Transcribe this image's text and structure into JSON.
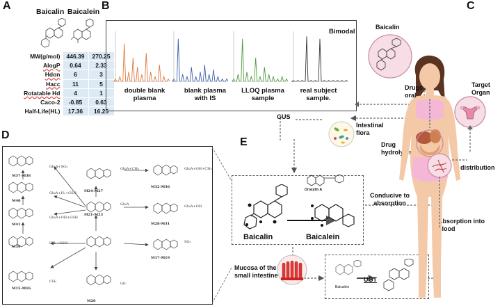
{
  "panels": {
    "a": "A",
    "b": "B",
    "c": "C",
    "d": "D",
    "e": "E"
  },
  "panel_a": {
    "col1": "Baicalin",
    "col2": "Baicalein",
    "rows": [
      {
        "label": "MW(g/mol)",
        "v1": "446.39",
        "v2": "270.25"
      },
      {
        "label": "AlogP",
        "v1": "0.64",
        "v2": "2.33"
      },
      {
        "label": "Hdon",
        "v1": "6",
        "v2": "3"
      },
      {
        "label": "Hacc",
        "v1": "11",
        "v2": "5"
      },
      {
        "label": "Rotatable Hd",
        "v1": "4",
        "v2": "1"
      },
      {
        "label": "Caco-2",
        "v1": "-0.85",
        "v2": "0.63"
      },
      {
        "label": "Half-Life(HL)",
        "v1": "17.36",
        "v2": "16.25"
      }
    ]
  },
  "panel_b": {
    "bimodal": "Bimodal",
    "labels": [
      "double blank\nplasma",
      "blank plasma\nwith IS",
      "LLOQ plasma\nsample",
      "real subject\nsample."
    ],
    "colors": [
      "#e07a3a",
      "#3a5fb0",
      "#4f9a3a",
      "#333333"
    ]
  },
  "panel_c": {
    "baicalin": "Baicalin",
    "drugs_oral": "Drugs\noral",
    "target_organ": "Target\nOrgan",
    "distribution": "distribution"
  },
  "panel_d": {
    "metabolites": [
      {
        "id": "M37-M38",
        "sub": "GluA+SO₃"
      },
      {
        "id": "M40",
        "sub": "GluA+H₂+GSH"
      },
      {
        "id": "M41",
        "sub": "GluA+OH+GSH"
      },
      {
        "id": "M39",
        "sub": "CH₂+GSH"
      },
      {
        "id": "M15-M16",
        "sub": "CH₃"
      },
      {
        "id": "M24-M27",
        "sub": "GluA+CH₃"
      },
      {
        "id": "M21-M23",
        "sub": "GluA"
      },
      {
        "id": "M32-M36",
        "sub": "GluA+OH+CH₃"
      },
      {
        "id": "M28-M31",
        "sub": "GluA+OH"
      },
      {
        "id": "M17-M19",
        "sub": "SO₃"
      },
      {
        "id": "M20",
        "sub": "Glc"
      }
    ]
  },
  "panel_e": {
    "gus": "GUS",
    "intestinal_flora": "Intestinal\nflora",
    "drug_hydrolysis": "Drug\nhydrolysis",
    "baicalin": "Baicalin",
    "baicalein": "Baicalein",
    "oroxylin": "Oroxylin A",
    "conducive": "Conducive to\nabsorption",
    "absorption_blood": "Absorption into\nblood",
    "mucosa": "Mucosa of the\nsmall intestine",
    "ugt": "UGT",
    "baicalein_small": "Baicalein"
  },
  "colors": {
    "table_fill": "#dde9f4",
    "skin": "#f3c9a8",
    "hair": "#5a3420",
    "dress": "#f4b8d6",
    "circle_fill": "#f6dde6",
    "circle_stroke": "#c98aa0",
    "mucosa_red": "#e0373a"
  }
}
